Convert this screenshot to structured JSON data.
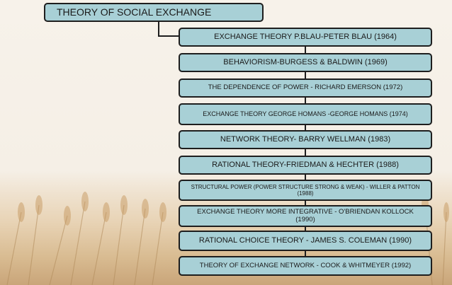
{
  "root": {
    "label": "THEORY OF SOCIAL EXCHANGE"
  },
  "theories": [
    {
      "label": "EXCHANGE THEORY P.BLAU-PETER BLAU (1964)"
    },
    {
      "label": "BEHAVIORISM-BURGESS & BALDWIN (1969)"
    },
    {
      "label": "THE DEPENDENCE OF POWER - RICHARD EMERSON (1972)"
    },
    {
      "label": "EXCHANGE THEORY GEORGE HOMANS -GEORGE HOMANS (1974)"
    },
    {
      "label": "NETWORK THEORY- BARRY WELLMAN (1983)"
    },
    {
      "label": "RATIONAL THEORY-FRIEDMAN & HECHTER (1988)"
    },
    {
      "label": "STRUCTURAL POWER (POWER STRUCTURE STRONG & WEAK) - WILLER & PATTON (1988)"
    },
    {
      "label": "EXCHANGE THEORY MORE INTEGRATIVE - O'BRIENDAN KOLLOCK (1990)"
    },
    {
      "label": "RATIONAL CHOICE THEORY - JAMES S. COLEMAN (1990)"
    },
    {
      "label": "THEORY OF EXCHANGE NETWORK - COOK & WHITMEYER (1992)"
    }
  ],
  "colors": {
    "box_fill": "#a8d0d6",
    "box_border": "#1e1e1e"
  }
}
